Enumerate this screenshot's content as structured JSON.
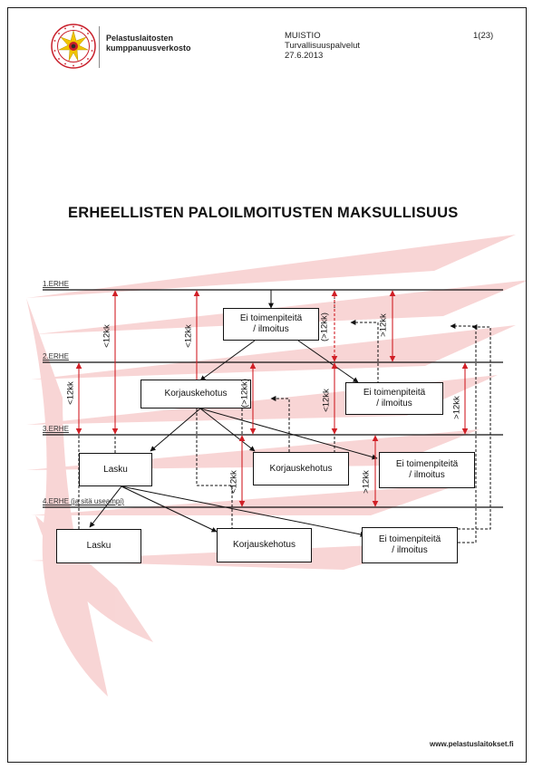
{
  "header": {
    "org_line1": "Pelastuslaitosten",
    "org_line2": "kumppanuusverkosto",
    "memo_type": "MUISTIO",
    "memo_unit": "Turvallisuuspalvelut",
    "memo_date": "27.6.2013",
    "page_number": "1(23)"
  },
  "logo": {
    "ring_text": "PELASTUSTOIMI · SOPIMUSPALOKUNTA",
    "colors": {
      "star": "#f2c500",
      "ring": "#c81e2a",
      "center": "#2b2b2b"
    }
  },
  "title": "ERHEELLISTEN PALOILMOITUSTEN MAKSULLISUUS",
  "levels": [
    "1.ERHE",
    "2.ERHE",
    "3.ERHE",
    "4.ERHE (ja sitä useampi)"
  ],
  "boxes": {
    "no_action_1": "Ei toimenpiteitä\n/ ilmoitus",
    "correction_1": "Korjauskehotus",
    "no_action_2": "Ei toimenpiteitä\n/ ilmoitus",
    "invoice_1": "Lasku",
    "correction_2": "Korjauskehotus",
    "no_action_3": "Ei toimenpiteitä\n/ ilmoitus",
    "invoice_2": "Lasku",
    "correction_3": "Korjauskehotus",
    "no_action_4": "Ei toimenpiteitä\n/ ilmoitus"
  },
  "interval_labels": {
    "a": "<12kk",
    "b": "<12kk",
    "c": "(>12kk)",
    "d": ">12kk",
    "e": "<12kk",
    "f": "(>12kk)",
    "g": "<12kk",
    "h": ">12kk",
    "i": "<12kk",
    "j": ">12kk"
  },
  "footer": {
    "website": "www.pelastuslaitokset.fi"
  },
  "colors": {
    "arrow_red": "#d11f26",
    "wing": "#f6c8c8",
    "line": "#111111"
  }
}
